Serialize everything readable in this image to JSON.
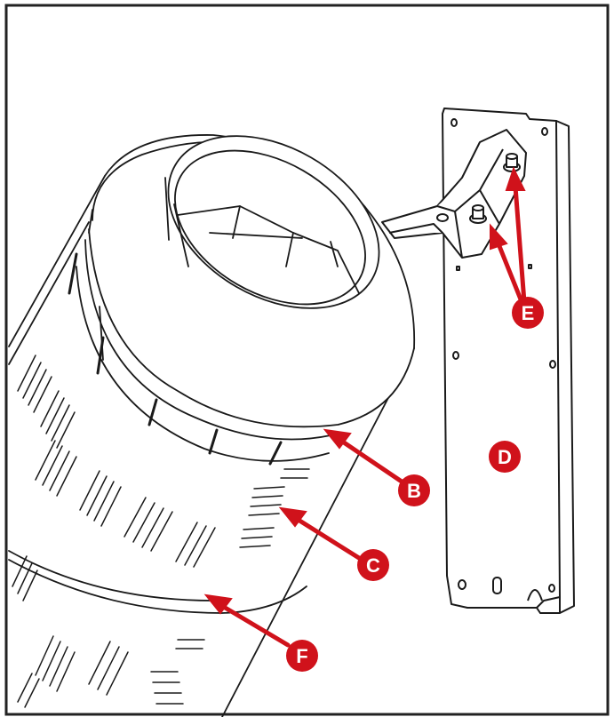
{
  "colors": {
    "callout": "#d0121b",
    "callout_text": "#ffffff",
    "line": "#1a1a1a",
    "frame": "#222222",
    "background": "#ffffff"
  },
  "callouts": {
    "b": "B",
    "c": "C",
    "d": "D",
    "e": "E",
    "f": "F"
  }
}
